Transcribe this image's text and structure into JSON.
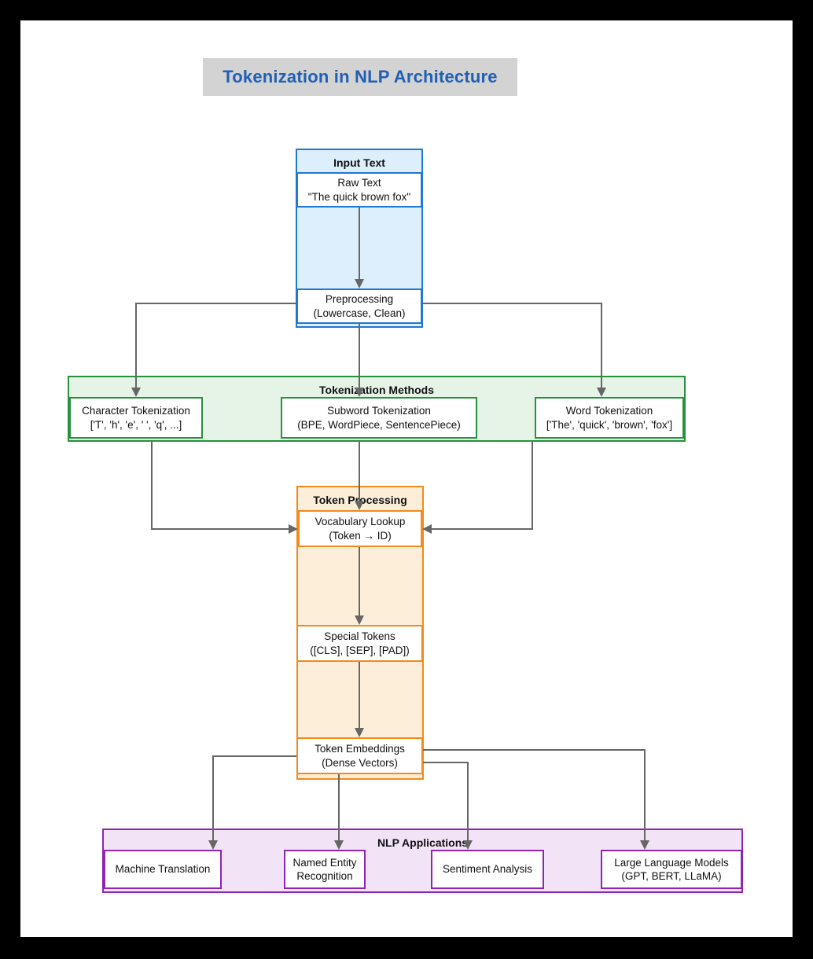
{
  "page": {
    "title": "Tokenization in NLP Architecture",
    "background": "#000000",
    "canvas_background": "#ffffff",
    "title_banner_color": "#d3d3d3",
    "title_text_color": "#1f5fb4",
    "edge_color": "#666666",
    "diagram_type": "flowchart"
  },
  "subgraphs": [
    {
      "id": "input",
      "title": "Input Text",
      "border_color": "#1f78d1",
      "fill_color": "#ddeefc",
      "nodes": [
        {
          "id": "raw",
          "line1": "Raw Text",
          "line2": "\"The quick brown fox\""
        },
        {
          "id": "prep",
          "line1": "Preprocessing",
          "line2": "(Lowercase, Clean)"
        }
      ]
    },
    {
      "id": "methods",
      "title": "Tokenization Methods",
      "border_color": "#27913c",
      "fill_color": "#e6f4e8",
      "nodes": [
        {
          "id": "char",
          "line1": "Character Tokenization",
          "line2": "['T', 'h', 'e', ' ', 'q', ...]"
        },
        {
          "id": "sub",
          "line1": "Subword Tokenization",
          "line2": "(BPE, WordPiece, SentencePiece)"
        },
        {
          "id": "word",
          "line1": "Word Tokenization",
          "line2": "['The', 'quick', 'brown', 'fox']"
        }
      ]
    },
    {
      "id": "processing",
      "title": "Token Processing",
      "border_color": "#f38a1d",
      "fill_color": "#fdeed9",
      "nodes": [
        {
          "id": "vocab",
          "line1": "Vocabulary Lookup",
          "line2": "(Token → ID)"
        },
        {
          "id": "special",
          "line1": "Special Tokens",
          "line2": "([CLS], [SEP], [PAD])"
        },
        {
          "id": "embed",
          "line1": "Token Embeddings",
          "line2": "(Dense Vectors)"
        }
      ]
    },
    {
      "id": "applications",
      "title": "NLP Applications",
      "border_color": "#8e24b0",
      "fill_color": "#f3e3f7",
      "nodes": [
        {
          "id": "mt",
          "line1": "Machine Translation",
          "line2": ""
        },
        {
          "id": "ner",
          "line1": "Named Entity",
          "line2": "Recognition"
        },
        {
          "id": "sent",
          "line1": "Sentiment Analysis",
          "line2": ""
        },
        {
          "id": "llm",
          "line1": "Large Language Models",
          "line2": "(GPT, BERT, LLaMA)"
        }
      ]
    }
  ],
  "edges": [
    {
      "from": "raw",
      "to": "prep"
    },
    {
      "from": "prep",
      "to": "char"
    },
    {
      "from": "prep",
      "to": "sub"
    },
    {
      "from": "prep",
      "to": "word"
    },
    {
      "from": "char",
      "to": "vocab"
    },
    {
      "from": "sub",
      "to": "vocab"
    },
    {
      "from": "word",
      "to": "vocab"
    },
    {
      "from": "vocab",
      "to": "special"
    },
    {
      "from": "special",
      "to": "embed"
    },
    {
      "from": "embed",
      "to": "mt"
    },
    {
      "from": "embed",
      "to": "ner"
    },
    {
      "from": "embed",
      "to": "sent"
    },
    {
      "from": "embed",
      "to": "llm"
    }
  ]
}
